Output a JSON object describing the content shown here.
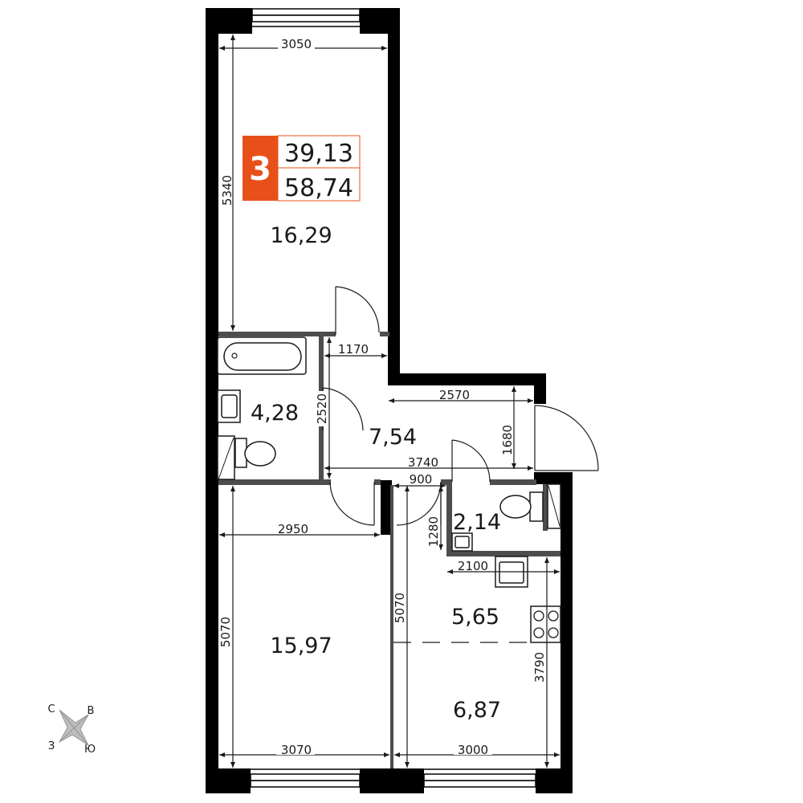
{
  "apartment": {
    "rooms_badge": "3",
    "living_area": "39,13",
    "total_area": "58,74",
    "badge_color": "#e8501a",
    "wall_color": "#000000",
    "partition_color": "#555555"
  },
  "rooms": {
    "bedroom_top": "16,29",
    "bathroom": "4,28",
    "hallway": "7,54",
    "toilet": "2,14",
    "kitchen": "5,65",
    "living_zone": "6,87",
    "bedroom_bottom": "15,97"
  },
  "dimensions": {
    "top_width": "3050",
    "top_height": "5340",
    "hall_small": "1170",
    "bath_height": "2520",
    "hall_width": "2570",
    "hall_height": "1680",
    "hall_length": "3740",
    "toilet_width": "900",
    "toilet_height": "1280",
    "bottom_left_width": "2950",
    "bottom_left_height": "5070",
    "bottom_left_width2": "3070",
    "bottom_right_height": "5070",
    "kitchen_width": "2100",
    "kitchen_height": "3790",
    "bottom_right_width": "3000"
  },
  "compass": {
    "n": "С",
    "e": "В",
    "w": "З",
    "s": "Ю"
  }
}
